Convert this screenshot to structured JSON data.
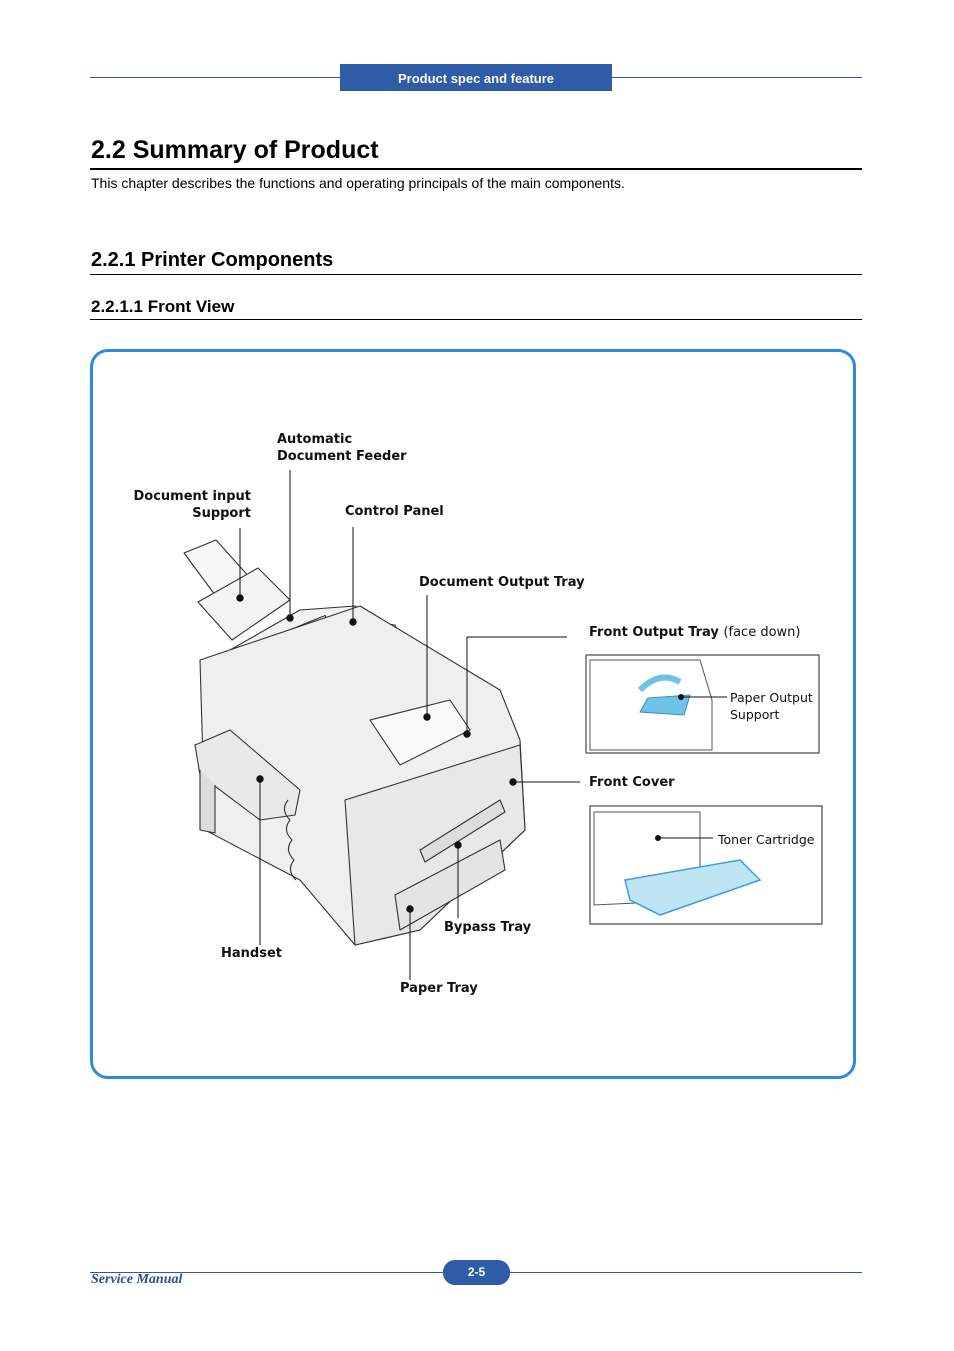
{
  "header": {
    "tab_label": "Product spec and feature"
  },
  "section": {
    "title": "2.2  Summary of Product",
    "intro": "This chapter describes the functions and operating principals of the main components."
  },
  "subsection": {
    "title": "2.2.1 Printer Components"
  },
  "subsubsection": {
    "title": "2.2.1.1 Front View"
  },
  "figure": {
    "labels": {
      "adf_line1": "Automatic",
      "adf_line2": "Document Feeder",
      "doc_input_line1": "Document input",
      "doc_input_line2": "Support",
      "control_panel": "Control Panel",
      "doc_output_tray": "Document Output Tray",
      "front_output_tray": "Front Output Tray",
      "front_output_tray_note": "(face down)",
      "paper_output_line1": "Paper Output",
      "paper_output_line2": "Support",
      "front_cover": "Front Cover",
      "toner_cartridge": "Toner Cartridge",
      "handset": "Handset",
      "bypass_tray": "Bypass Tray",
      "paper_tray": "Paper Tray"
    },
    "colors": {
      "frame_border": "#2a8be0",
      "accent": "#2e5ca6",
      "highlight": "#6fc3e8"
    }
  },
  "footer": {
    "manual": "Service Manual",
    "page": "2-5"
  }
}
